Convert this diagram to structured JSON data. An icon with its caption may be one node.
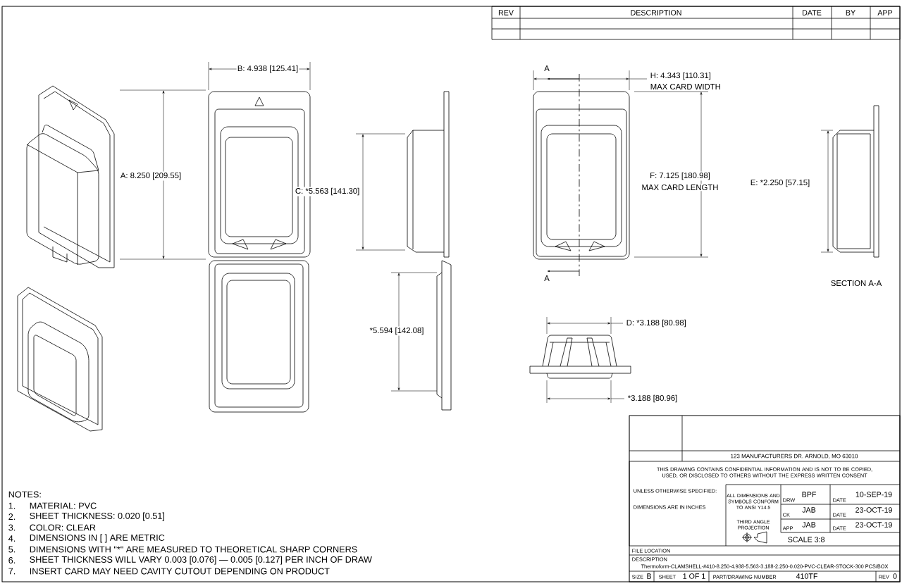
{
  "diagram": {
    "labels": [
      "REV",
      "DESCRIPTION",
      "DATE",
      "BY",
      "APP",
      "B: 4.938 [125.41]",
      "A",
      "H: 4.343 [110.31]",
      "MAX CARD WIDTH",
      "A: 8.250 [209.55]",
      "C: *5.563 [141.30]",
      "F: 7.125 [180.98]",
      "MAX CARD LENGTH",
      "E: *2.250 [57.15]",
      "A",
      "SECTION A-A",
      "*5.594 [142.08]",
      "D: *3.188 [80.98]",
      "*3.188 [80.96]",
      "123 MANUFACTURERS DR. ARNOLD, MO 63010",
      "THIS DRAWING CONTAINS CONFIDENTIAL INFORMATION AND IS NOT TO BE COPIED, USED, OR DISCLOSED TO OTHERS WITHOUT THE EXPRESS WRITTEN CONSENT",
      "UNLESS OTHERWISE SPECIFIED:",
      "DIMENSIONS ARE IN INCHES",
      "ALL DIMENSIONS AND SYMBOLS CONFORM TO ANSI Y14.5",
      "DRW",
      "BPF",
      "DATE",
      "10-SEP-19",
      "CK",
      "JAB",
      "DATE",
      "23-OCT-19",
      "THIRD ANGLE PROJECTION",
      "APP",
      "JAB",
      "DATE",
      "23-OCT-19",
      "SCALE 3:8",
      "FILE LOCATION",
      "DESCRIPTION",
      "Thermoform-CLAMSHELL-#410-8.250-4.938-5.563-3.188-2.250-0.020-PVC-CLEAR-STOCK-300 PCS/BOX",
      "SIZE",
      "B",
      "SHEET",
      "1 OF 1",
      "PART/DRAWING NUMBER",
      "410TF",
      "REV",
      "0",
      "NOTES:",
      "1.",
      "MATERIAL: PVC",
      "2.",
      "SHEET THICKNESS: 0.020 [0.51]",
      "3.",
      "COLOR: CLEAR",
      "4.",
      "DIMENSIONS IN [ ] ARE METRIC",
      "5.",
      "DIMENSIONS WITH \"*\" ARE MEASURED TO THEORETICAL SHARP CORNERS",
      "6.",
      "SHEET THICKNESS WILL VARY 0.003 [0.076] — 0.005 [0.127] PER INCH OF DRAW",
      "7.",
      "INSERT CARD MAY NEED CAVITY CUTOUT DEPENDING ON PRODUCT"
    ]
  }
}
